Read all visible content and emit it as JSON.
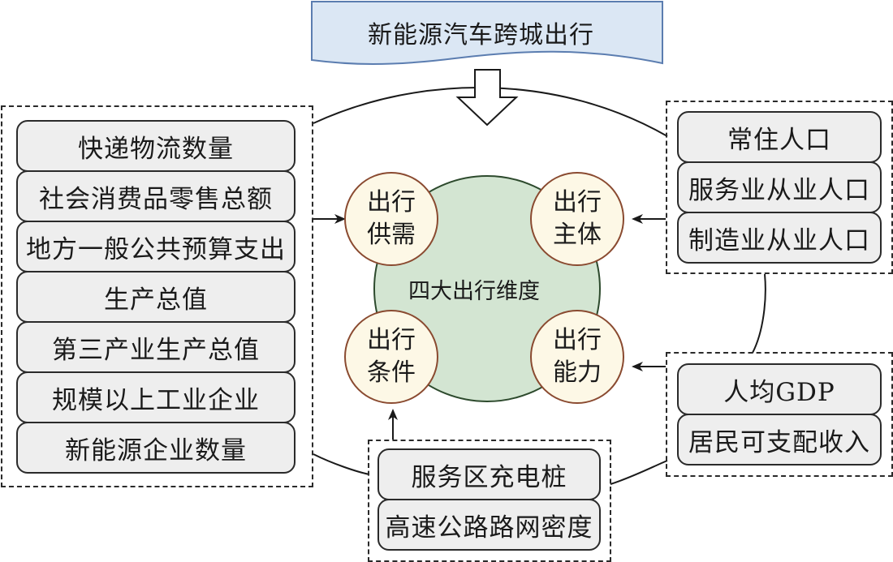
{
  "title": "新能源汽车跨城出行",
  "colors": {
    "banner_fill": "#dbe7f4",
    "banner_stroke": "#5b7db0",
    "center_fill": "#d3e5d2",
    "center_stroke": "#2d4a2d",
    "node_fill": "#fdf8e6",
    "node_stroke": "#8a4a30",
    "item_fill": "#eeeeee"
  },
  "center": {
    "label": "四大出行维度"
  },
  "nodes": [
    {
      "id": "supply-demand",
      "line1": "出行",
      "line2": "供需"
    },
    {
      "id": "subject",
      "line1": "出行",
      "line2": "主体"
    },
    {
      "id": "conditions",
      "line1": "出行",
      "line2": "条件"
    },
    {
      "id": "ability",
      "line1": "出行",
      "line2": "能力"
    }
  ],
  "groups": {
    "supply_demand": {
      "items": [
        "快递物流数量",
        "社会消费品零售总额",
        "地方一般公共预算支出",
        "生产总值",
        "第三产业生产总值",
        "规模以上工业企业",
        "新能源企业数量"
      ]
    },
    "subject": {
      "items": [
        "常住人口",
        "服务业从业人口",
        "制造业从业人口"
      ]
    },
    "ability": {
      "items": [
        "人均GDP",
        "居民可支配收入"
      ]
    },
    "conditions": {
      "items": [
        "服务区充电桩",
        "高速公路路网密度"
      ]
    }
  }
}
